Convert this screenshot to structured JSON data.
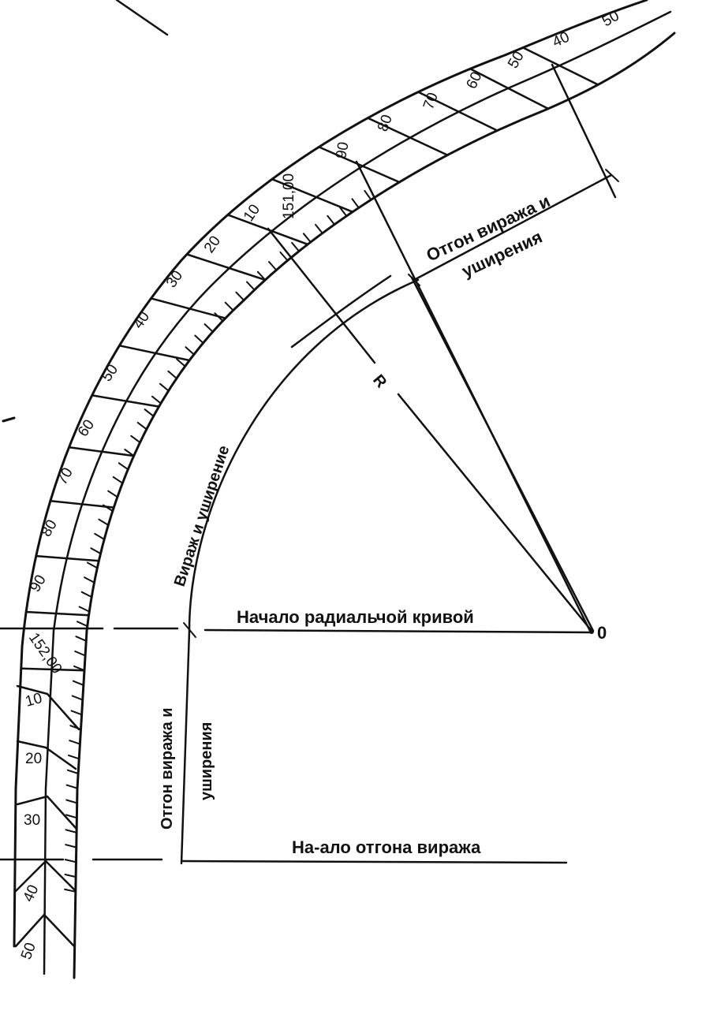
{
  "labels": {
    "start_radial_curve": "Начало радиальчой кривой",
    "start_superelevation_runoff": "На-ало отгона виража",
    "runoff_top_line1": "Отгон виража и",
    "runoff_top_line2": "уширения",
    "runoff_left_line1": "Отгон виража и",
    "runoff_left_line2": "уширения",
    "superelevation_widening": "Вираж и уширение",
    "radius": "R",
    "center": "0"
  },
  "stations_outer": [
    "50",
    "40",
    "30",
    "20",
    "10",
    "152,00",
    "90",
    "80",
    "70",
    "60",
    "50",
    "40",
    "30",
    "20",
    "10",
    "151,00",
    "90",
    "80",
    "70",
    "60",
    "50",
    "40",
    "50"
  ]
}
